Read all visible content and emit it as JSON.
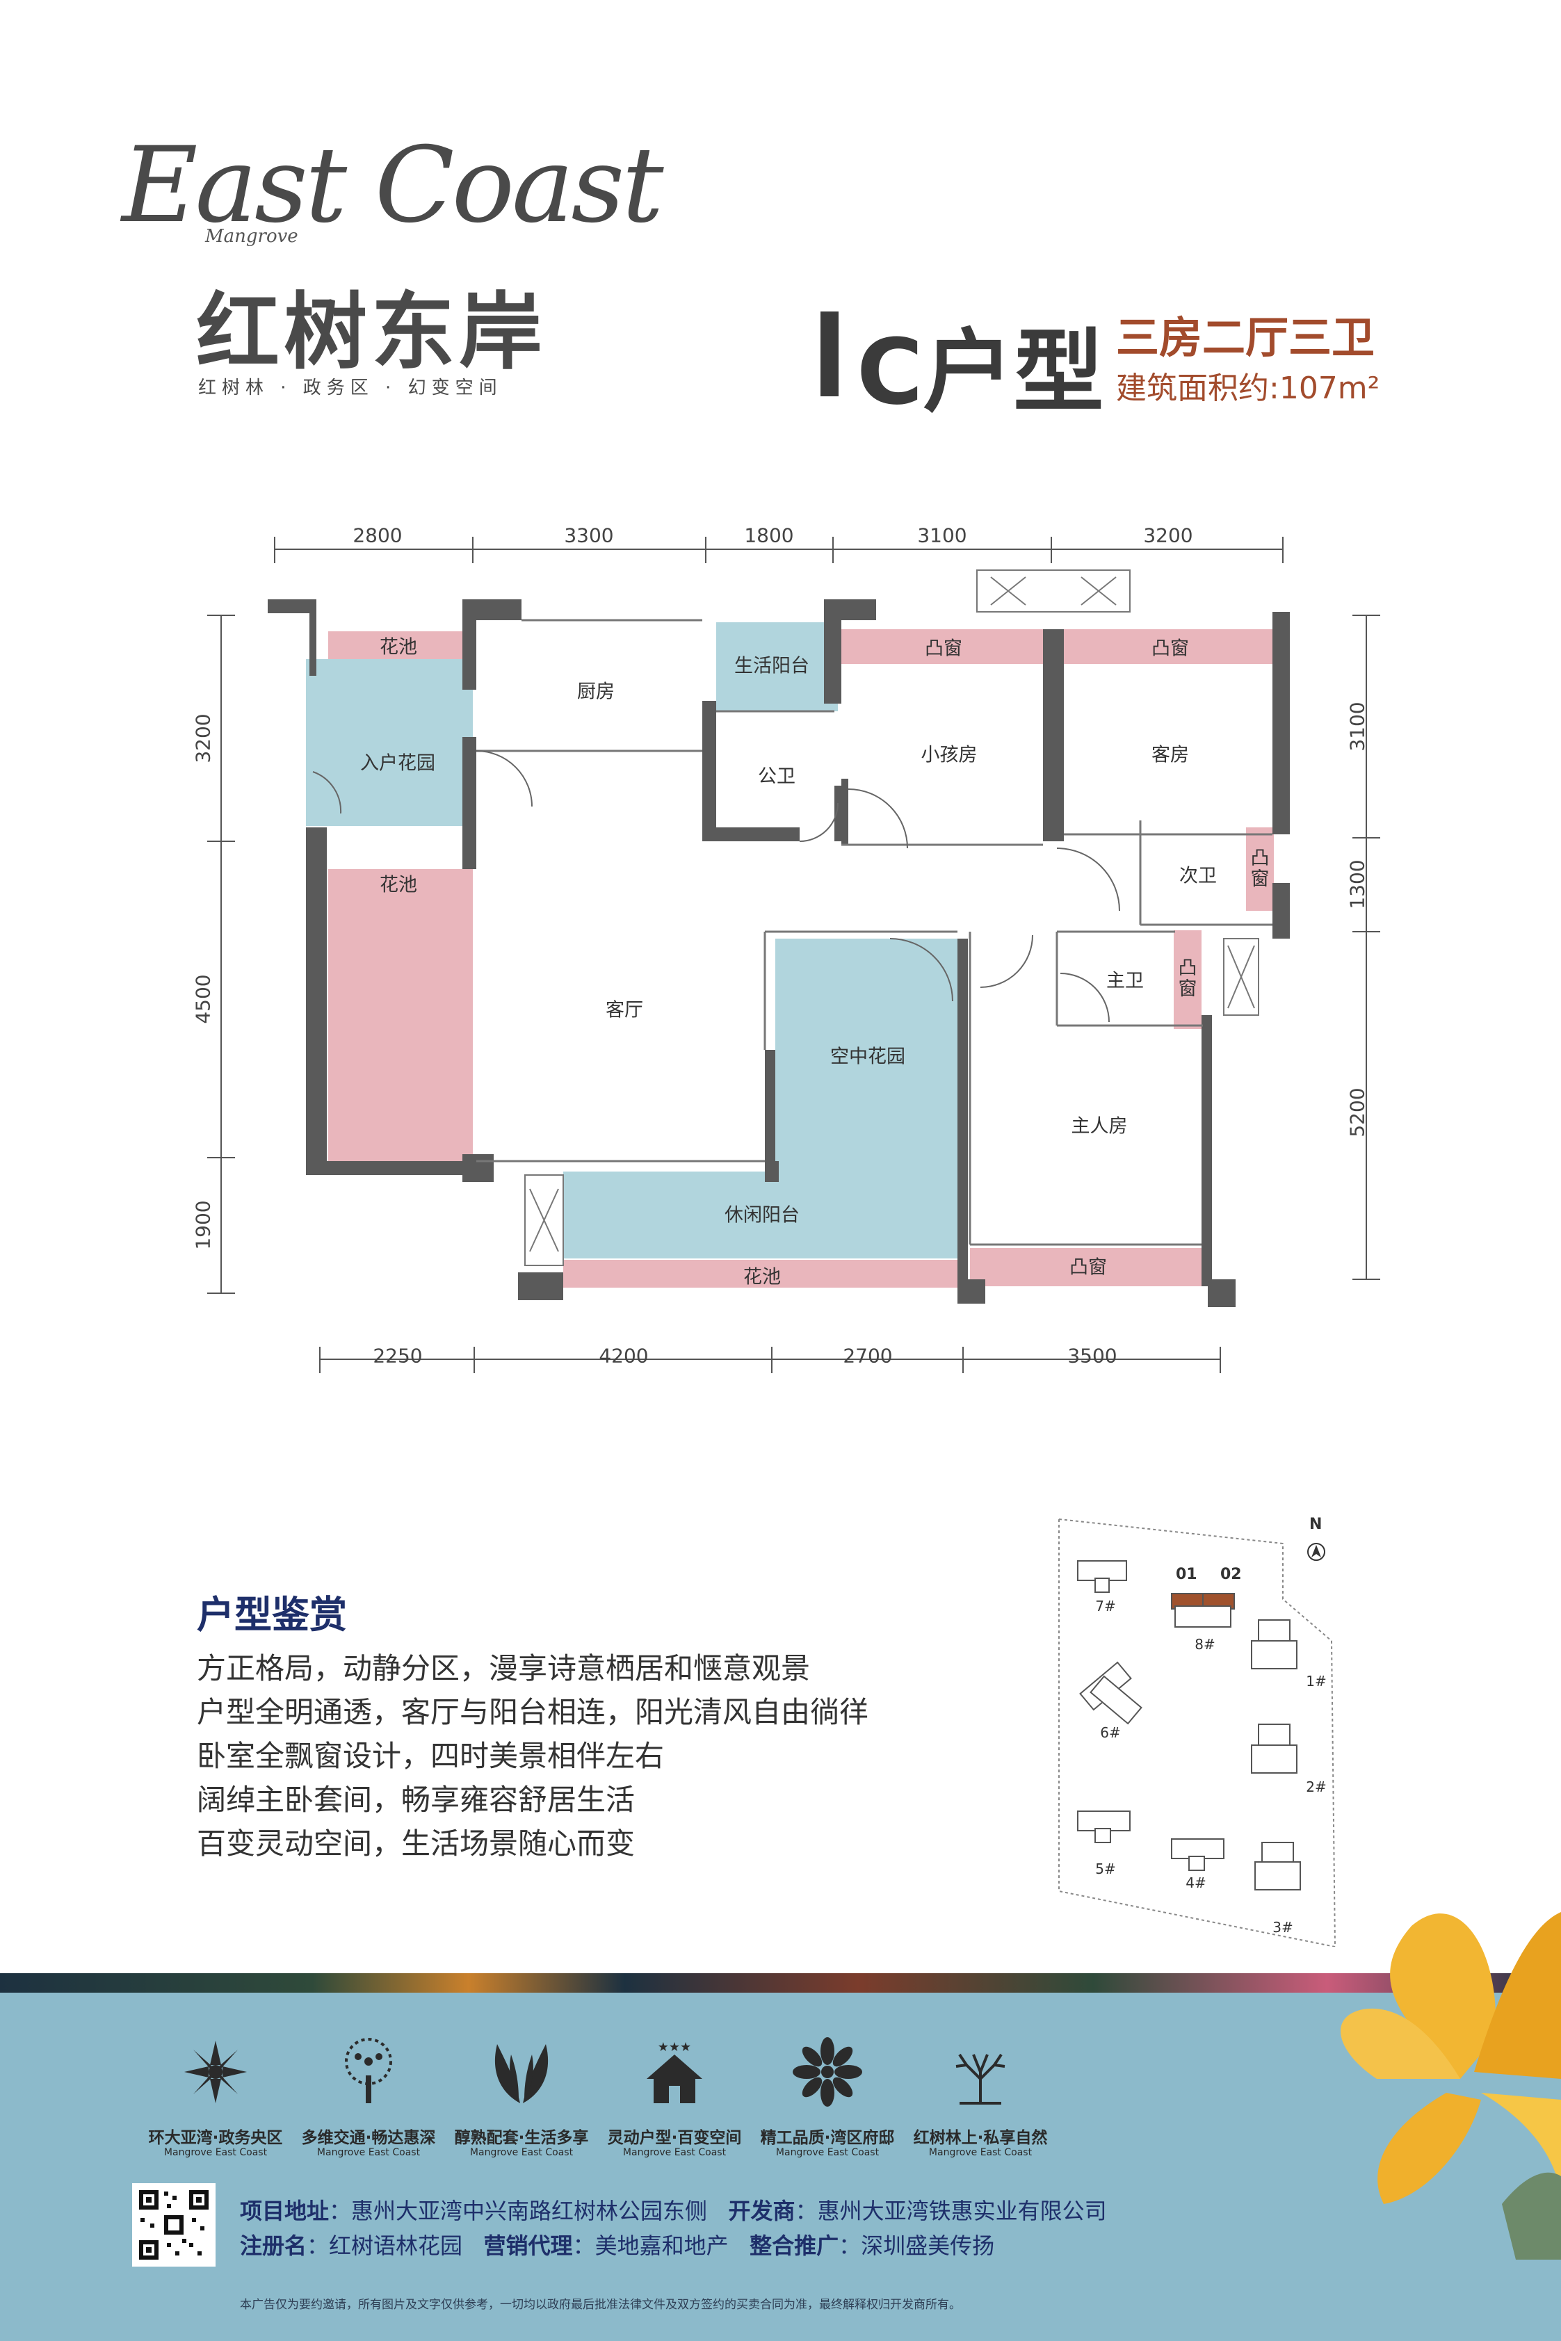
{
  "brand": {
    "script_name": "East Coast",
    "script_sub": "Mangrove",
    "name_cn": "红树东岸",
    "slogan": "红树林 · 政务区 · 幻变空间"
  },
  "unit": {
    "type": "C户型",
    "rooms": "三房二厅三卫",
    "area": "建筑面积约:107m²"
  },
  "plan": {
    "rooms": {
      "huachi_top": "花池",
      "kitchen": "厨房",
      "service_balcony": "生活阳台",
      "bay1": "凸窗",
      "bay2": "凸窗",
      "entry_garden": "入户花园",
      "public_bath": "公卫",
      "kids_room": "小孩房",
      "guest_room": "客房",
      "second_bath": "次卫",
      "bay_side1": "凸窗",
      "huachi_left": "花池",
      "living": "客厅",
      "sky_garden": "空中花园",
      "master_bath": "主卫",
      "bay_side2": "凸窗",
      "master": "主人房",
      "leisure_balcony": "休闲阳台",
      "huachi_bottom": "花池",
      "bay_bottom": "凸窗"
    },
    "dims_top": [
      "2800",
      "3300",
      "1800",
      "3100",
      "3200"
    ],
    "dims_bottom": [
      "2250",
      "4200",
      "2700",
      "3500"
    ],
    "dims_left": [
      "3200",
      "4500",
      "1900"
    ],
    "dims_right": [
      "3100",
      "1300",
      "5200"
    ]
  },
  "features": {
    "title": "户型鉴赏",
    "items": [
      "方正格局，动静分区，漫享诗意栖居和惬意观景",
      "户型全明通透，客厅与阳台相连，阳光清风自由徜徉",
      "卧室全飘窗设计，四时美景相伴左右",
      "阔绰主卧套间，畅享雍容舒居生活",
      "百变灵动空间，生活场景随心而变"
    ]
  },
  "sitemap": {
    "north": "N",
    "units": [
      "01",
      "02"
    ],
    "buildings": [
      "7#",
      "8#",
      "1#",
      "6#",
      "2#",
      "5#",
      "4#",
      "3#"
    ]
  },
  "footer": {
    "icons": [
      {
        "cn": "环大亚湾·政务央区",
        "en": "Mangrove East Coast",
        "icon": "flower-wheel-icon"
      },
      {
        "cn": "多维交通·畅达惠深",
        "en": "Mangrove East Coast",
        "icon": "tree-dots-icon"
      },
      {
        "cn": "醇熟配套·生活多享",
        "en": "Mangrove East Coast",
        "icon": "wings-icon"
      },
      {
        "cn": "灵动户型·百变空间",
        "en": "Mangrove East Coast",
        "icon": "house-stars-icon"
      },
      {
        "cn": "精工品质·湾区府邸",
        "en": "Mangrove East Coast",
        "icon": "petal-flower-icon"
      },
      {
        "cn": "红树林上·私享自然",
        "en": "Mangrove East Coast",
        "icon": "tree-icon"
      }
    ],
    "address_label": "项目地址",
    "address": "：惠州大亚湾中兴南路红树林公园东侧",
    "developer_label": "开发商",
    "developer": "：惠州大亚湾铁惠实业有限公司",
    "reg_label": "注册名",
    "reg": "：红树语林花园",
    "agent_label": "营销代理",
    "agent": "：美地嘉和地产",
    "promo_label": "整合推广",
    "promo": "：深圳盛美传扬",
    "disclaimer": "本广告仅为要约邀请，所有图片及文字仅供参考，一切均以政府最后批准法律文件及双方签约的买卖合同为准，最终解释权归开发商所有。"
  }
}
